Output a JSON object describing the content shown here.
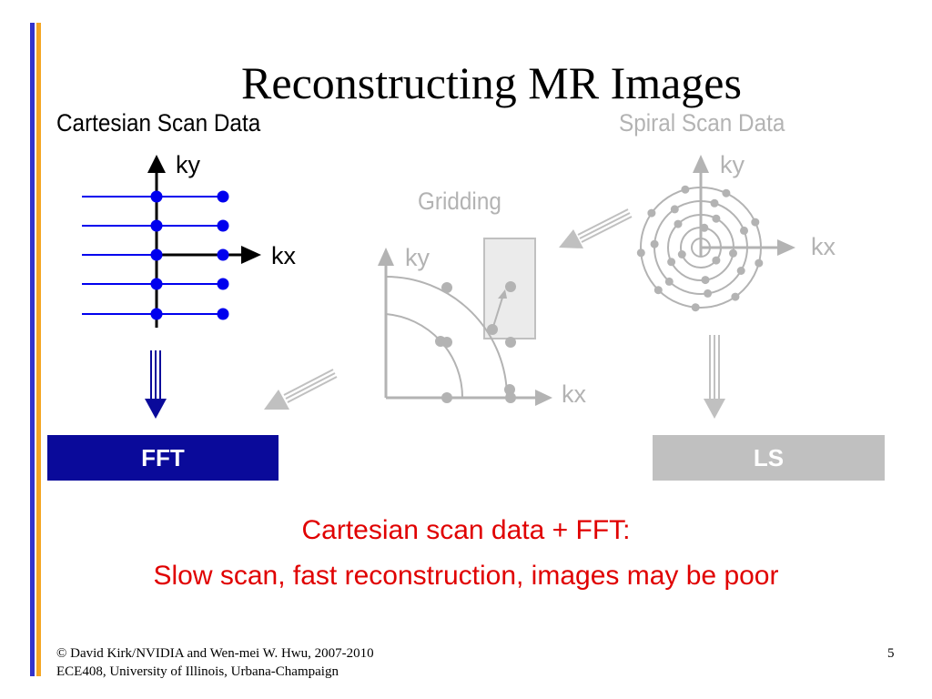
{
  "slide": {
    "title": "Reconstructing MR Images",
    "cartesian_heading": "Cartesian Scan Data",
    "spiral_heading": "Spiral Scan Data",
    "gridding_label": "Gridding",
    "axis_ky": "ky",
    "axis_kx": "kx",
    "fft_label": "FFT",
    "ls_label": "LS",
    "caption_line1": "Cartesian scan data + FFT:",
    "caption_line2": "Slow scan, fast reconstruction, images may be poor",
    "footer_line1": "© David Kirk/NVIDIA and Wen-mei W. Hwu, 2007-2010",
    "footer_line2": "ECE408, University of Illinois, Urbana-Champaign",
    "page_number": "5"
  },
  "colors": {
    "accent_blue": "#3333cc",
    "accent_orange": "#f5a623",
    "fft_box": "#0a0a9a",
    "ls_box": "#c0c0c0",
    "dot_blue": "#0000ee",
    "gray": "#b3b3b3",
    "caption_red": "#e00000"
  }
}
